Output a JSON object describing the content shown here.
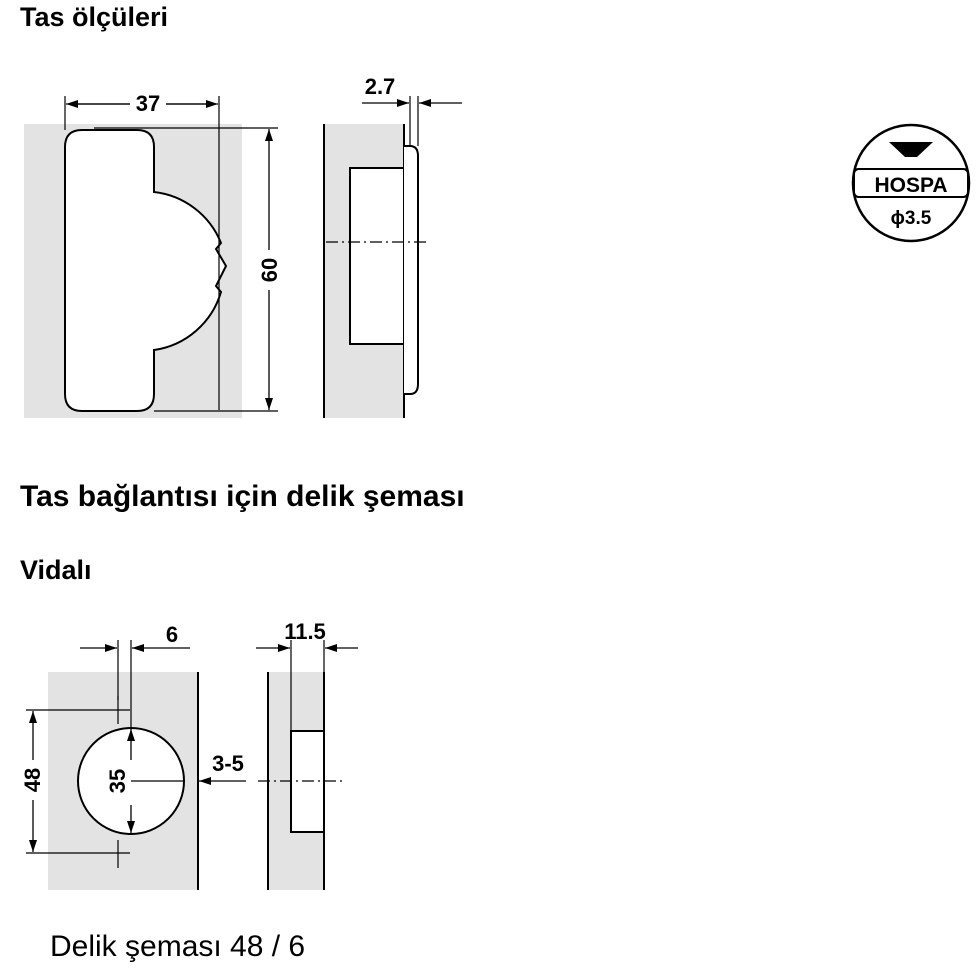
{
  "headings": {
    "cup_dimensions": "Tas ölçüleri",
    "drilling_pattern": "Tas bağlantısı için delik şeması",
    "screw_on": "Vidalı"
  },
  "cup_drawing": {
    "width_label": "37",
    "height_label": "60",
    "flange_label": "2.7"
  },
  "drill_drawing": {
    "offset_label": "6",
    "depth_label": "11.5",
    "hole_diameter_label": "35",
    "spacing_label": "48",
    "edge_distance_label": "3-5"
  },
  "hospa_badge": {
    "brand": "HOSPA",
    "screw_diameter": "ϕ3.5"
  },
  "caption": "Delik şeması 48 / 6",
  "colors": {
    "panel_fill": "#e3e3e3",
    "line": "#000000",
    "background": "#ffffff"
  }
}
